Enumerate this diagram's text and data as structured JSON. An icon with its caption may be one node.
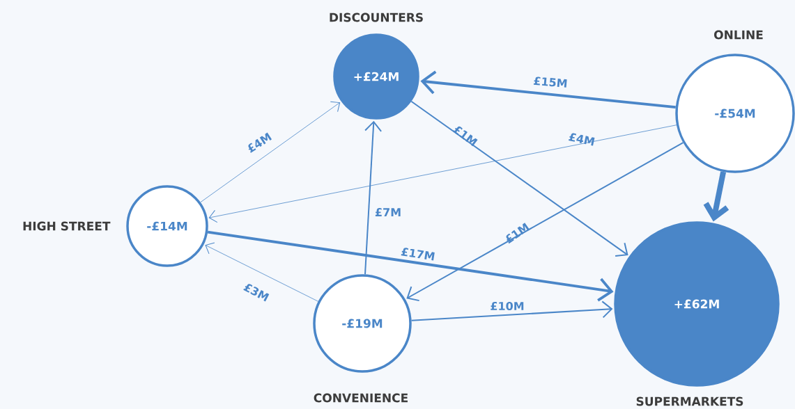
{
  "diagram": {
    "nodes": [
      {
        "text": [
          "DISCOUNTERS",
          "+£24M"
        ]
      },
      {
        "text": [
          "ONLINE",
          "-£54M"
        ]
      },
      {
        "text": [
          "HIGH STREET",
          "-£14M"
        ]
      },
      {
        "text": [
          "-£19M",
          "CONVENIENCE"
        ]
      },
      {
        "text": [
          "+£62M",
          "SUPERMARKETS"
        ]
      }
    ],
    "edges": [
      {
        "from": 1,
        "to": 0,
        "arrow": "to",
        "label": "£15M",
        "style": "thick"
      },
      {
        "from": 1,
        "to": 2,
        "arrow": "to",
        "label": "£4M"
      },
      {
        "from": 1,
        "to": 3,
        "arrow": "to",
        "label": "£1M"
      },
      {
        "from": 1,
        "to": 4,
        "arrow": "to",
        "style": "thick"
      },
      {
        "from": 0,
        "to": 4,
        "arrow": "to",
        "label": "£1M"
      },
      {
        "from": 2,
        "to": 0,
        "arrow": "to",
        "label": "£4M"
      },
      {
        "from": 2,
        "to": 4,
        "arrow": "to",
        "label": "£17M",
        "style": "thick"
      },
      {
        "from": 3,
        "to": 2,
        "arrow": "to",
        "label": "£3M"
      },
      {
        "from": 3,
        "to": 0,
        "arrow": "to",
        "label": "£7M"
      },
      {
        "from": 3,
        "to": 4,
        "arrow": "to",
        "label": "£10M"
      }
    ]
  }
}
